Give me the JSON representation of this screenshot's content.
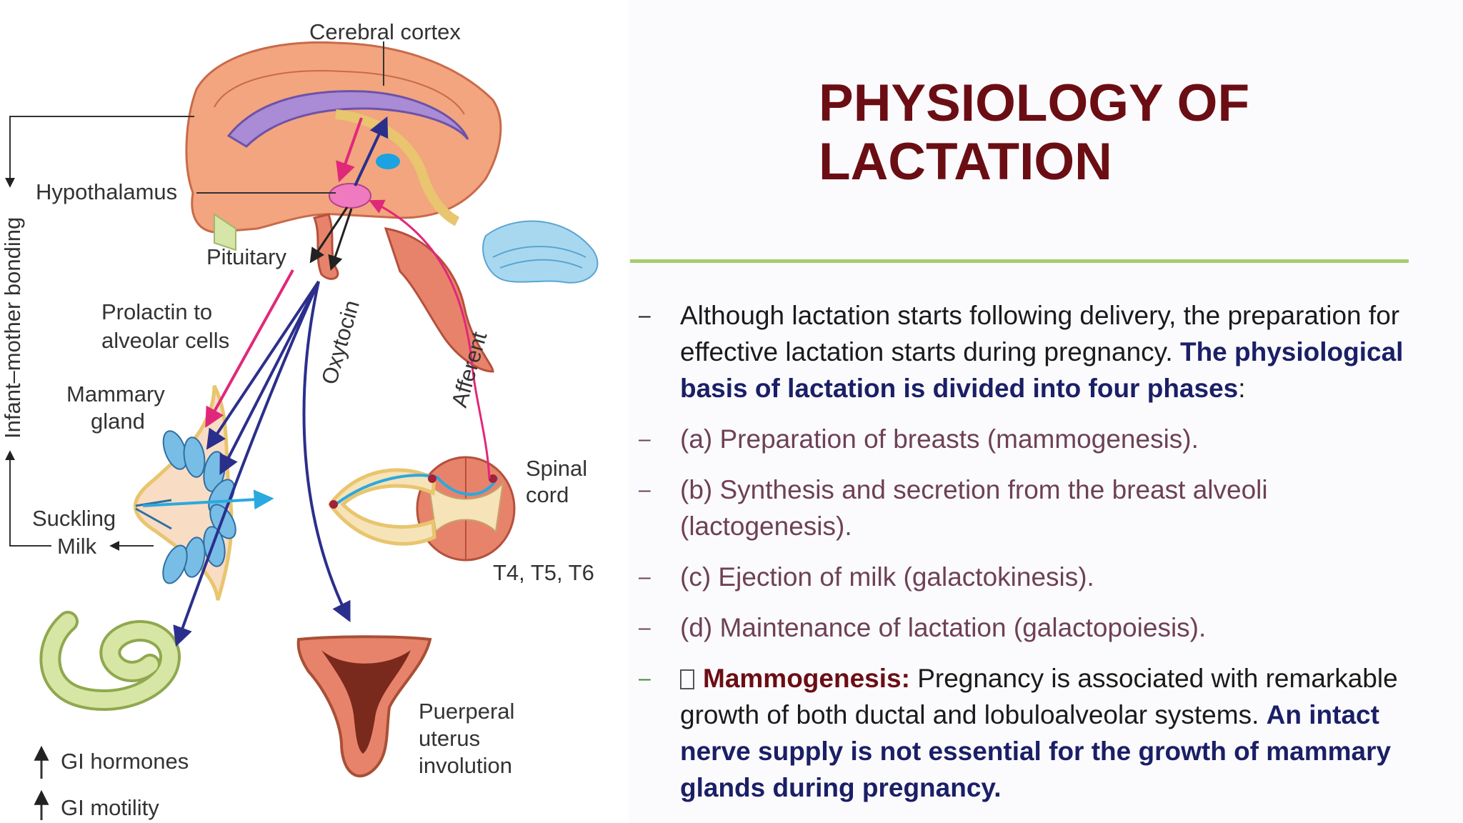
{
  "diagram": {
    "labels": {
      "cerebral_cortex": "Cerebral cortex",
      "hypothalamus": "Hypothalamus",
      "pituitary": "Pituitary",
      "prolactin_1": "Prolactin to",
      "prolactin_2": "alveolar cells",
      "mammary_1": "Mammary",
      "mammary_2": "gland",
      "suckling": "Suckling",
      "milk": "Milk",
      "oxytocin": "Oxytocin",
      "afferent": "Afferent",
      "spinal_1": "Spinal",
      "spinal_2": "cord",
      "segments": "T4, T5, T6",
      "bonding": "Infant–mother bonding",
      "puerperal_1": "Puerperal",
      "puerperal_2": "uterus",
      "puerperal_3": "involution",
      "gi_hormones": "GI hormones",
      "gi_motility": "GI motility"
    },
    "colors": {
      "prolactin_arrow": "#e0287a",
      "oxytocin_arrow": "#2b2f8c",
      "afferent_nerve": "#29a9df",
      "brain": "#f2a57e",
      "spinal_cord": "#e8836b",
      "alveoli": "#78bde6"
    }
  },
  "slide": {
    "title_line1": "PHYSIOLOGY OF",
    "title_line2": "LACTATION",
    "accent_rule": "#a6cc6e",
    "bullets": [
      {
        "dash": "–",
        "text": "Although lactation starts following delivery, the preparation for effective lactation starts during pregnancy. ",
        "highlight": "The physiological basis of lactation is divided into four phases",
        "tail": ":"
      },
      {
        "dash": "–",
        "text": "(a) Preparation of breasts (mammogenesis)."
      },
      {
        "dash": "–",
        "text": "(b) Synthesis and secretion from the breast alveoli (lactogenesis)."
      },
      {
        "dash": "–",
        "text": "(c) Ejection of milk (galactokinesis)."
      },
      {
        "dash": "–",
        "text": "(d) Maintenance of lactation (galactopoiesis)."
      },
      {
        "dash": "–",
        "term": "Mammogenesis:",
        "text": " Pregnancy is associated with remarkable growth of both ductal and lobuloalveolar systems. ",
        "highlight": "An intact nerve supply is not essential for the growth of mammary glands during pregnancy."
      }
    ]
  }
}
